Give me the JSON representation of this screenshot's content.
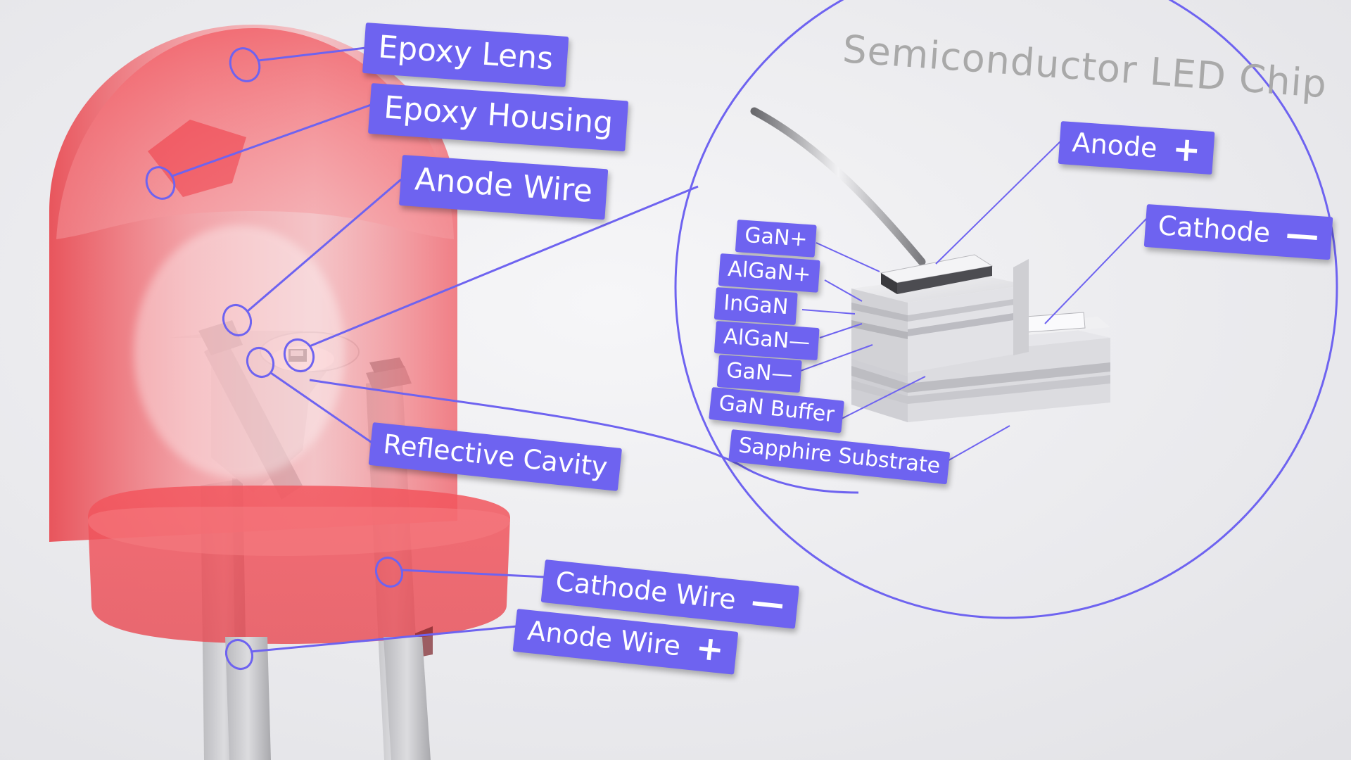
{
  "chip_title": "Semiconductor LED Chip",
  "labels": {
    "epoxy_lens": "Epoxy Lens",
    "epoxy_housing": "Epoxy Housing",
    "anode_wire_top": "Anode Wire",
    "reflective_cavity": "Reflective Cavity",
    "cathode_wire": "Cathode Wire",
    "cathode_wire_sign": "—",
    "anode_wire_bottom": "Anode Wire",
    "anode_wire_bottom_sign": "+",
    "chip_anode": "Anode",
    "chip_anode_sign": "+",
    "chip_cathode": "Cathode",
    "chip_cathode_sign": "—",
    "layers": {
      "gan_plus": "GaN+",
      "algan_plus": "AlGaN+",
      "ingan": "InGaN",
      "algan_minus": "AlGaN—",
      "gan_minus": "GaN—",
      "gan_buffer": "GaN Buffer",
      "sapphire": "Sapphire Substrate"
    }
  },
  "colors": {
    "background": "#ebebee",
    "label_fill": "#6e63f0",
    "label_text": "#ffffff",
    "leader_line": "#6e63f0",
    "epoxy_red": "#f0404c",
    "metal_silver": "#c9c9cc",
    "chip_title": "#a9a9a9"
  }
}
